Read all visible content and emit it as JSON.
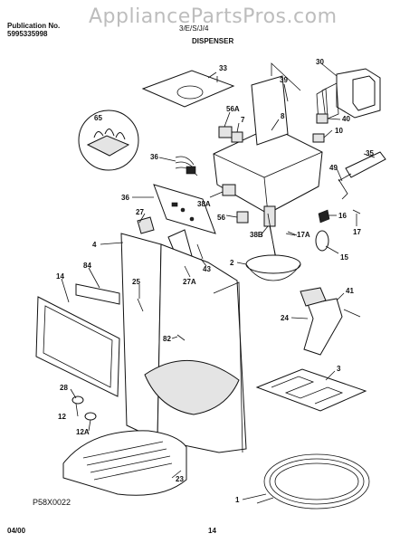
{
  "header": {
    "publication_label": "Publication No.",
    "publication_number": "5995335998",
    "model_text": "3/E/S/J/4",
    "section_title": "DISPENSER",
    "watermark": "AppliancePartsPros.com"
  },
  "footer": {
    "drawing_code": "P58X0022",
    "date": "04/00",
    "page_number": "14"
  },
  "callouts": {
    "c33": "33",
    "c30": "30",
    "c39": "39",
    "c8": "8",
    "c56A": "56A",
    "c7": "7",
    "c65": "65",
    "c10": "10",
    "c40": "40",
    "c35": "35",
    "c49": "49",
    "c36a": "36",
    "c36b": "36",
    "c38A": "38A",
    "c56": "56",
    "c27": "27",
    "c16": "16",
    "c17": "17",
    "c17A": "17A",
    "c38B": "38B",
    "c15": "15",
    "c4": "4",
    "c43": "43",
    "c27A": "27A",
    "c2": "2",
    "c84": "84",
    "c14": "14",
    "c25": "25",
    "c41": "41",
    "c24": "24",
    "c82": "82",
    "c3": "3",
    "c28": "28",
    "c12": "12",
    "c12A": "12A",
    "c23": "23",
    "c1": "1"
  }
}
